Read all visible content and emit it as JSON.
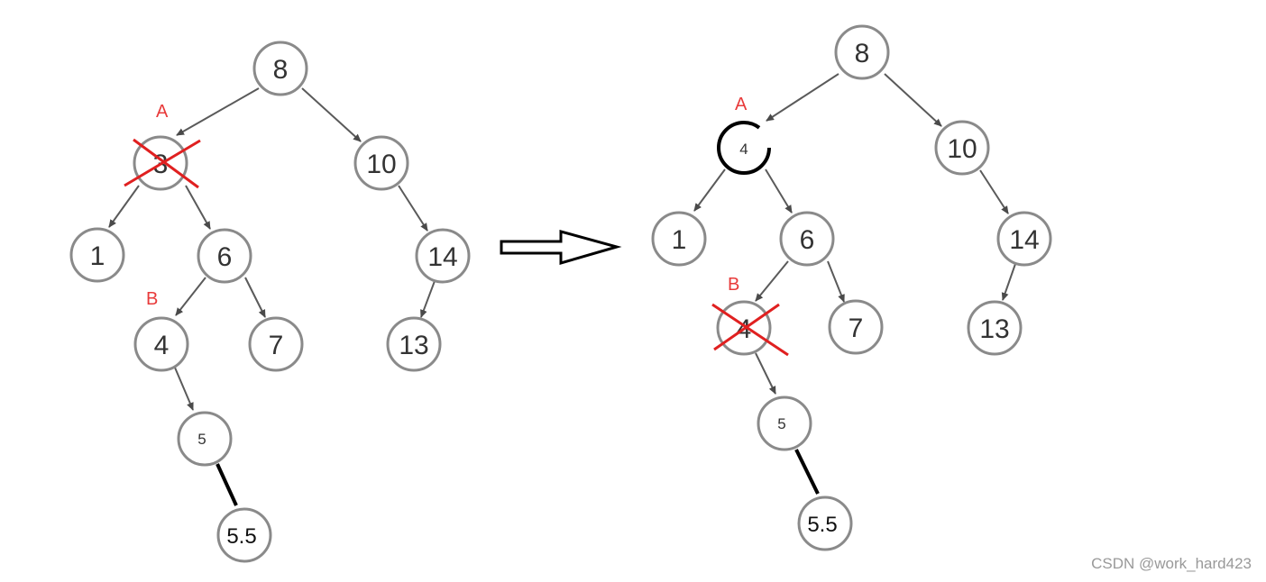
{
  "before": {
    "nodes": [
      {
        "id": "b8",
        "label": "8"
      },
      {
        "id": "b3",
        "label": "3"
      },
      {
        "id": "b10",
        "label": "10"
      },
      {
        "id": "b1",
        "label": "1"
      },
      {
        "id": "b6",
        "label": "6"
      },
      {
        "id": "b14",
        "label": "14"
      },
      {
        "id": "b4",
        "label": "4"
      },
      {
        "id": "b7",
        "label": "7"
      },
      {
        "id": "b13",
        "label": "13"
      },
      {
        "id": "b5",
        "label": "5"
      },
      {
        "id": "b55",
        "label": "5.5"
      }
    ],
    "marks": {
      "a": "A",
      "b": "B"
    }
  },
  "after": {
    "nodes": [
      {
        "id": "a8",
        "label": "8"
      },
      {
        "id": "a4top",
        "label": "4"
      },
      {
        "id": "a10",
        "label": "10"
      },
      {
        "id": "a1",
        "label": "1"
      },
      {
        "id": "a6",
        "label": "6"
      },
      {
        "id": "a14",
        "label": "14"
      },
      {
        "id": "a4",
        "label": "4"
      },
      {
        "id": "a7",
        "label": "7"
      },
      {
        "id": "a13",
        "label": "13"
      },
      {
        "id": "a5",
        "label": "5"
      },
      {
        "id": "a55",
        "label": "5.5"
      }
    ],
    "marks": {
      "a": "A",
      "b": "B"
    }
  },
  "watermark": "CSDN @work_hard423"
}
